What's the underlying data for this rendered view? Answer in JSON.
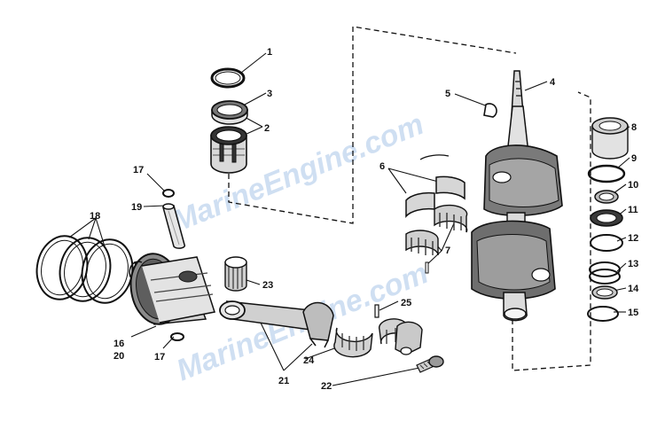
{
  "watermark": {
    "text": "MarineEngine.com",
    "color": "#a9c6e8"
  },
  "callouts": [
    {
      "id": "1",
      "label": "1"
    },
    {
      "id": "2",
      "label": "2"
    },
    {
      "id": "3",
      "label": "3"
    },
    {
      "id": "4",
      "label": "4"
    },
    {
      "id": "5",
      "label": "5"
    },
    {
      "id": "6",
      "label": "6"
    },
    {
      "id": "7",
      "label": "7"
    },
    {
      "id": "8",
      "label": "8"
    },
    {
      "id": "9",
      "label": "9"
    },
    {
      "id": "10",
      "label": "10"
    },
    {
      "id": "11",
      "label": "11"
    },
    {
      "id": "12",
      "label": "12"
    },
    {
      "id": "13",
      "label": "13"
    },
    {
      "id": "14",
      "label": "14"
    },
    {
      "id": "15",
      "label": "15"
    },
    {
      "id": "16",
      "label": "16"
    },
    {
      "id": "17a",
      "label": "17"
    },
    {
      "id": "17b",
      "label": "17"
    },
    {
      "id": "18",
      "label": "18"
    },
    {
      "id": "19",
      "label": "19"
    },
    {
      "id": "20",
      "label": "20"
    },
    {
      "id": "21",
      "label": "21"
    },
    {
      "id": "22",
      "label": "22"
    },
    {
      "id": "23",
      "label": "23"
    },
    {
      "id": "24",
      "label": "24"
    },
    {
      "id": "25",
      "label": "25"
    }
  ],
  "parts": [
    "piston-ring-1",
    "seal-3",
    "bearing-housing-2",
    "retainer-17",
    "wrist-pin-19",
    "piston-rings-18",
    "piston-16",
    "needle-bearing-23",
    "connecting-rod-21",
    "rod-bearing-cage-24",
    "dowel-25",
    "rod-screw-22",
    "crankshaft-4",
    "key-5",
    "main-bearing-halves-6",
    "needle-bearing-7",
    "bearing-8",
    "ring-9",
    "washer-10",
    "seal-11",
    "ring-12",
    "ring-13",
    "washer-14",
    "ring-15"
  ]
}
